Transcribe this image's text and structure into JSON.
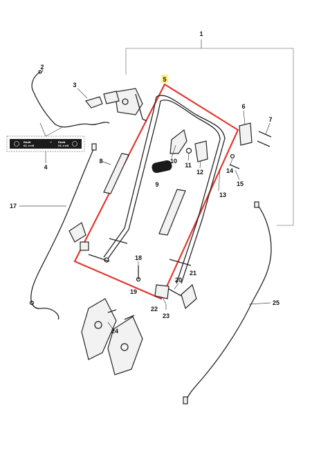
{
  "callouts": {
    "c1": "1",
    "c2": "2",
    "c3": "3",
    "c4": "4",
    "c5": "5",
    "c6": "6",
    "c7": "7",
    "c8": "8",
    "c9": "9",
    "c10": "10",
    "c11": "11",
    "c12": "12",
    "c13": "13",
    "c14": "14",
    "c15": "15",
    "c17": "17",
    "c18": "18",
    "c19": "19",
    "c20": "20",
    "c21": "21",
    "c22": "22",
    "c23": "23",
    "c24": "24",
    "c25": "25"
  },
  "decal": {
    "left_top": "RbzN",
    "left_bottom": "01 ±±N",
    "right_top": "RbzN",
    "right_bottom": "01 ±±N"
  },
  "colors": {
    "highlight_frame": "#e3372f",
    "highlight_label": "#fff27a"
  }
}
